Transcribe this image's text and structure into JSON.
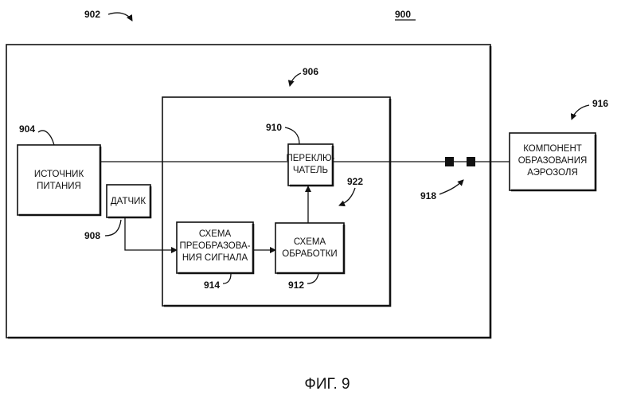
{
  "refs": {
    "r900": "900",
    "r902": "902",
    "r904": "904",
    "r906": "906",
    "r908": "908",
    "r910": "910",
    "r912": "912",
    "r914": "914",
    "r916": "916",
    "r918": "918",
    "r922": "922"
  },
  "blocks": {
    "power_source": [
      "ИСТОЧНИК",
      "ПИТАНИЯ"
    ],
    "sensor": [
      "ДАТЧИК"
    ],
    "switch": [
      "ПЕРЕКЛЮ-",
      "ЧАТЕЛЬ"
    ],
    "signal_conditioning": [
      "СХЕМА",
      "ПРЕОБРАЗОВА-",
      "НИЯ СИГНАЛА"
    ],
    "processing": [
      "СХЕМА",
      "ОБРАБОТКИ"
    ],
    "aerosol_component": [
      "КОМПОНЕНТ",
      "ОБРАЗОВАНИЯ",
      "АЭРОЗОЛЯ"
    ]
  },
  "caption": "ФИГ. 9"
}
